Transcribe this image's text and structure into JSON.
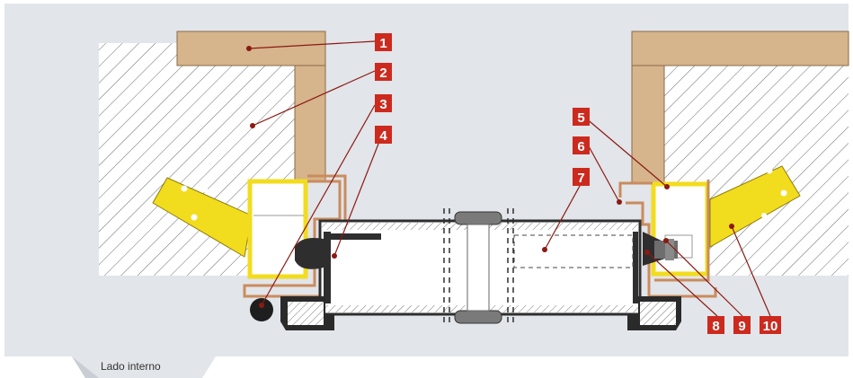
{
  "caption": "Lado interno",
  "colors": {
    "background_panel": "#e2e5ea",
    "wood": "#d6b48c",
    "wall_hatch": "#6b6b6b",
    "anchor": "#f2dc1e",
    "frame_profile": "#c98c5e",
    "callout": "#cc2a1e",
    "gasket": "#3a3a3a"
  },
  "callouts": [
    {
      "id": "1",
      "label": "1"
    },
    {
      "id": "2",
      "label": "2"
    },
    {
      "id": "3",
      "label": "3"
    },
    {
      "id": "4",
      "label": "4"
    },
    {
      "id": "5",
      "label": "5"
    },
    {
      "id": "6",
      "label": "6"
    },
    {
      "id": "7",
      "label": "7"
    },
    {
      "id": "8",
      "label": "8"
    },
    {
      "id": "9",
      "label": "9"
    },
    {
      "id": "10",
      "label": "10"
    }
  ]
}
